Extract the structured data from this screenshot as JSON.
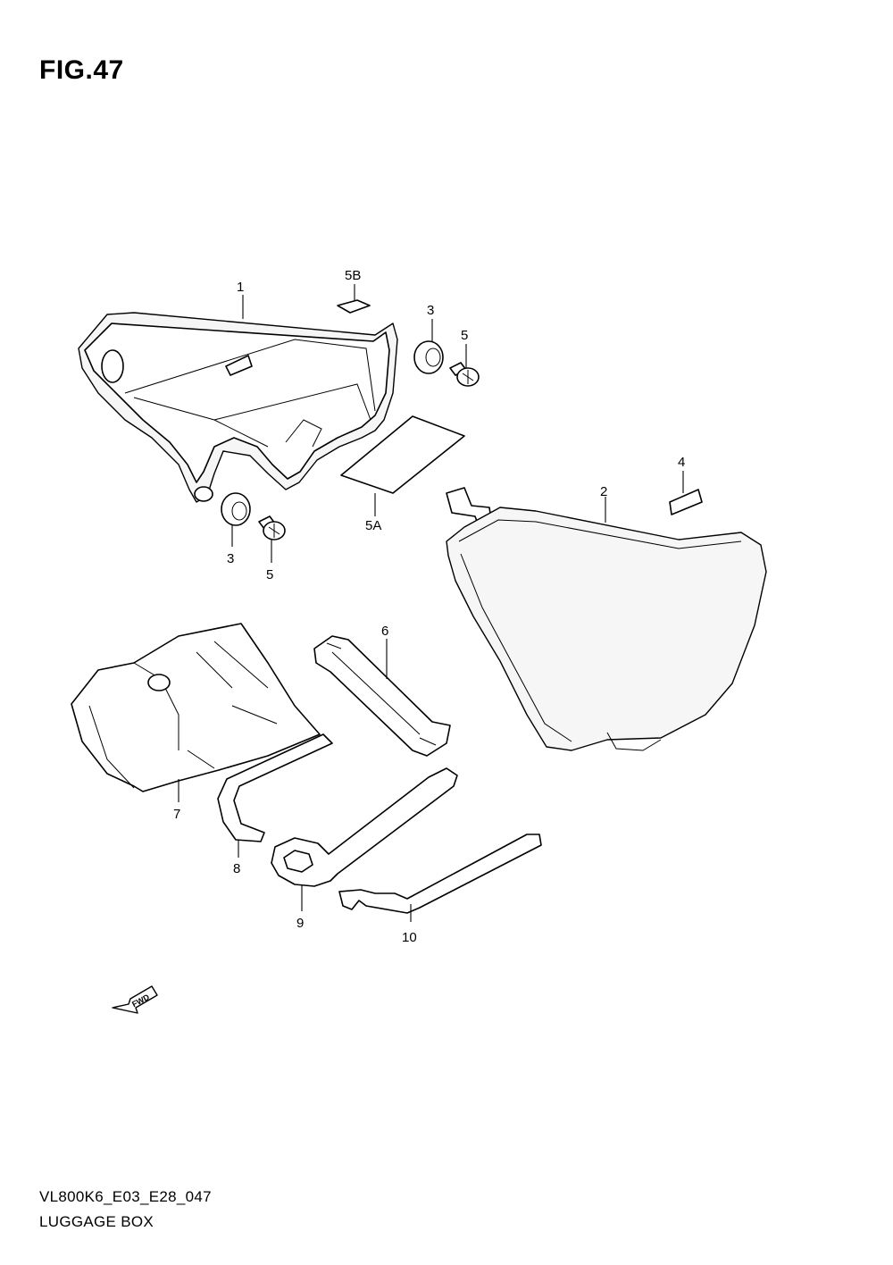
{
  "figure": {
    "title": "FIG.47"
  },
  "parts": {
    "p1": "1",
    "p2": "2",
    "p3a": "3",
    "p3b": "3",
    "p4": "4",
    "p5a": "5",
    "p5b": "5",
    "p5A": "5A",
    "p5B": "5B",
    "p6": "6",
    "p7": "7",
    "p8": "8",
    "p9": "9",
    "p10": "10"
  },
  "fwd_badge": "FWD",
  "footer": {
    "code": "VL800K6_E03_E28_047",
    "name": "LUGGAGE BOX"
  }
}
